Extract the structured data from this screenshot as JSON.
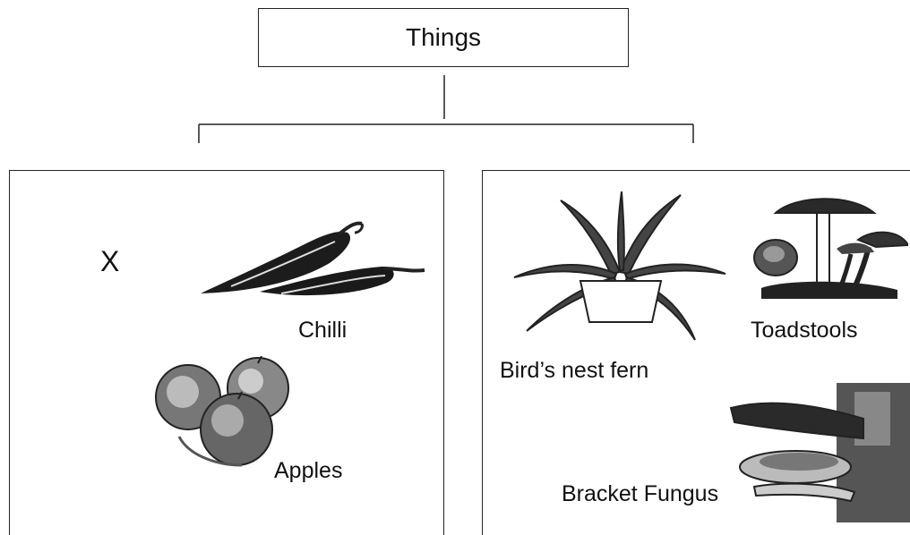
{
  "root": {
    "label": "Things"
  },
  "left_group": {
    "marker": "X",
    "items": [
      {
        "label": "Chilli",
        "icon": "chilli-illustration"
      },
      {
        "label": "Apples",
        "icon": "apples-illustration"
      }
    ]
  },
  "right_group": {
    "items": [
      {
        "label": "Bird’s nest fern",
        "icon": "fern-illustration"
      },
      {
        "label": "Toadstools",
        "icon": "toadstools-illustration"
      },
      {
        "label": "Bracket Fungus",
        "icon": "bracket-fungus-illustration"
      }
    ]
  }
}
